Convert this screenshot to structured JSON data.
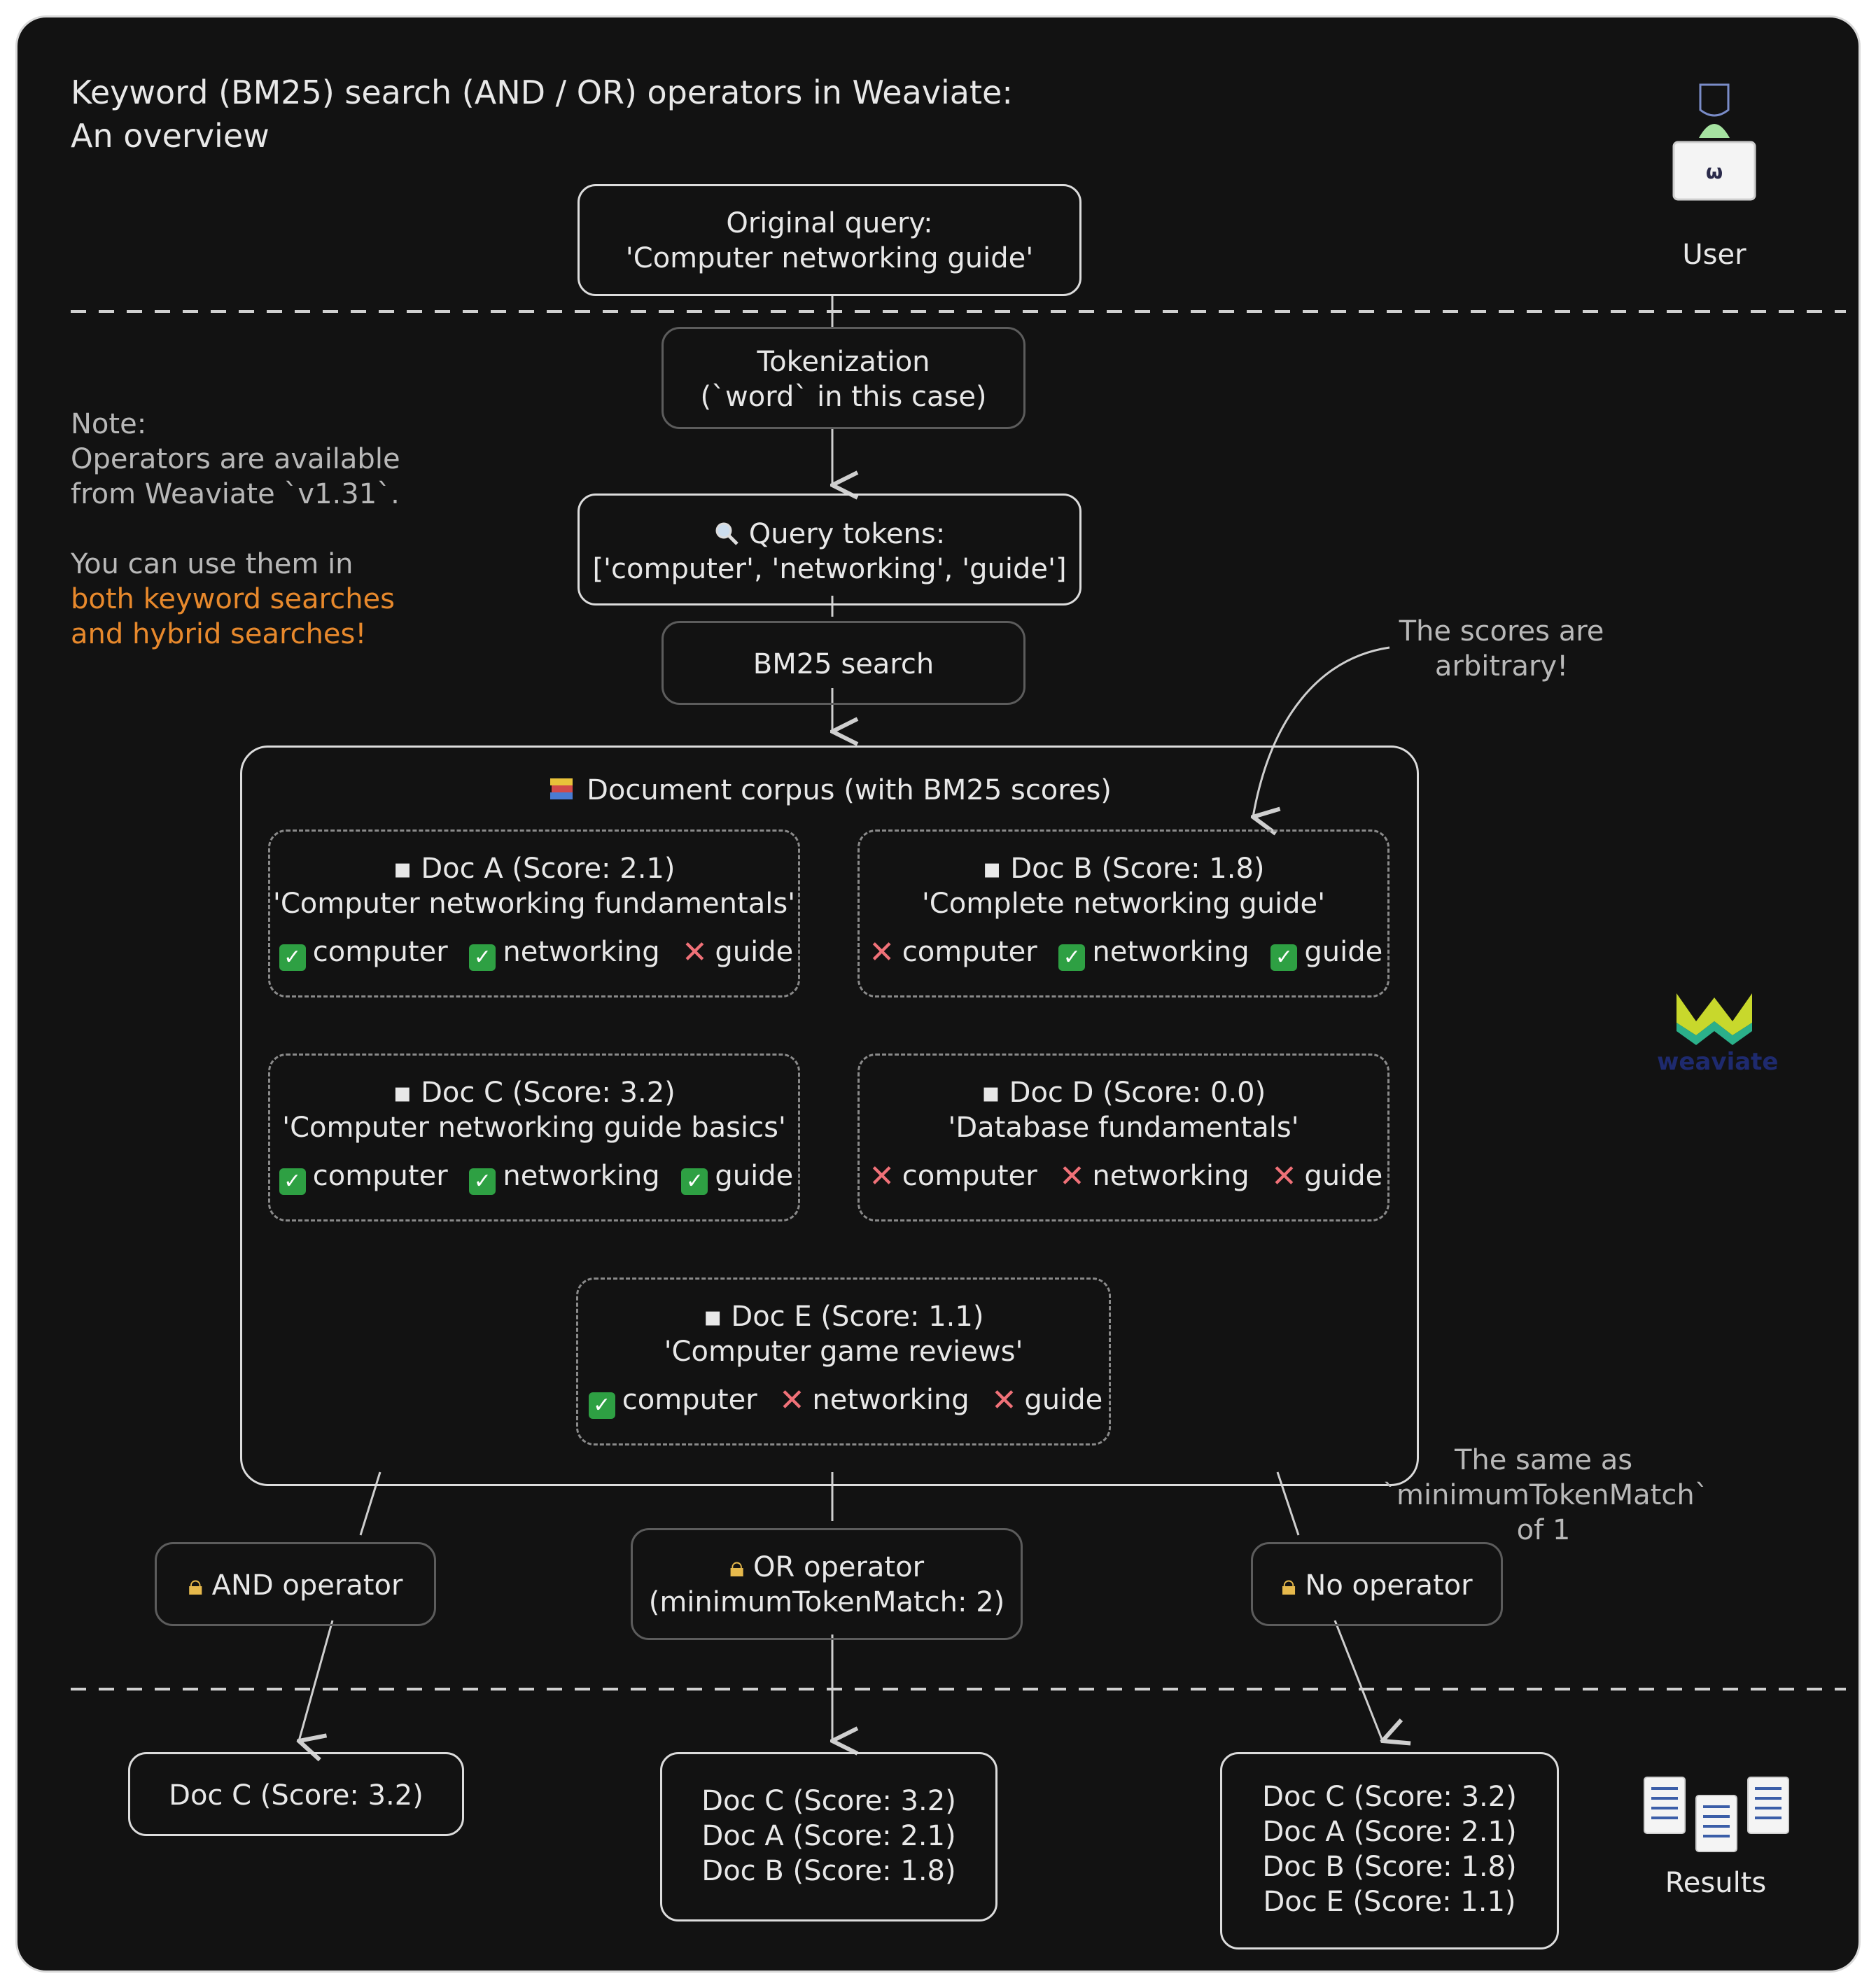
{
  "title": {
    "line1": "Keyword (BM25) search (AND / OR) operators in Weaviate:",
    "line2": "An overview"
  },
  "user": {
    "label": "User"
  },
  "original_query": {
    "label": "Original query:",
    "value": "'Computer networking guide'"
  },
  "tokenization": {
    "line1": "Tokenization",
    "line2": "(`word` in this case)"
  },
  "note": {
    "line1": "Note:",
    "line2": "Operators are available",
    "line3": "from Weaviate `v1.31`.",
    "line4": "You can use them in",
    "line5": "both keyword searches",
    "line6": "and hybrid searches!"
  },
  "query_tokens": {
    "icon": "magnifier-icon",
    "label": "Query tokens:",
    "value": "['computer', 'networking', 'guide']"
  },
  "bm25_search": {
    "label": "BM25 search"
  },
  "scores_note": {
    "line1": "The scores are",
    "line2": "arbitrary!"
  },
  "corpus": {
    "icon": "books-icon",
    "title": "Document corpus (with BM25 scores)",
    "docs": [
      {
        "title": "Doc A (Score: 2.1)",
        "text": "'Computer networking fundamentals'",
        "terms": [
          "computer",
          "networking",
          "guide"
        ],
        "matches": [
          true,
          true,
          false
        ]
      },
      {
        "title": "Doc B (Score: 1.8)",
        "text": "'Complete networking guide'",
        "terms": [
          "computer",
          "networking",
          "guide"
        ],
        "matches": [
          false,
          true,
          true
        ]
      },
      {
        "title": "Doc C (Score: 3.2)",
        "text": "'Computer networking guide basics'",
        "terms": [
          "computer",
          "networking",
          "guide"
        ],
        "matches": [
          true,
          true,
          true
        ]
      },
      {
        "title": "Doc D (Score: 0.0)",
        "text": "'Database fundamentals'",
        "terms": [
          "computer",
          "networking",
          "guide"
        ],
        "matches": [
          false,
          false,
          false
        ]
      },
      {
        "title": "Doc E (Score: 1.1)",
        "text": "'Computer game reviews'",
        "terms": [
          "computer",
          "networking",
          "guide"
        ],
        "matches": [
          true,
          false,
          false
        ]
      }
    ]
  },
  "brand": {
    "logo_text": "weaviate"
  },
  "operators": {
    "and": {
      "label": "AND operator"
    },
    "or": {
      "line1": "OR operator",
      "line2": "(minimumTokenMatch: 2)"
    },
    "none": {
      "label": "No operator"
    },
    "none_note": {
      "line1": "The same as",
      "line2": "`minimumTokenMatch`",
      "line3": "of 1"
    }
  },
  "results": {
    "label": "Results",
    "and": [
      "Doc C (Score: 3.2)"
    ],
    "or": [
      "Doc C (Score: 3.2)",
      "Doc A (Score: 2.1)",
      "Doc B (Score: 1.8)"
    ],
    "none": [
      "Doc C (Score: 3.2)",
      "Doc A (Score: 2.1)",
      "Doc B (Score: 1.8)",
      "Doc E (Score: 1.1)"
    ]
  },
  "colors": {
    "background": "#121212",
    "accent_orange": "#e8892c",
    "accent_blue": "#5aa9f2",
    "match_green": "#2ea043",
    "miss_red": "#f07178"
  }
}
